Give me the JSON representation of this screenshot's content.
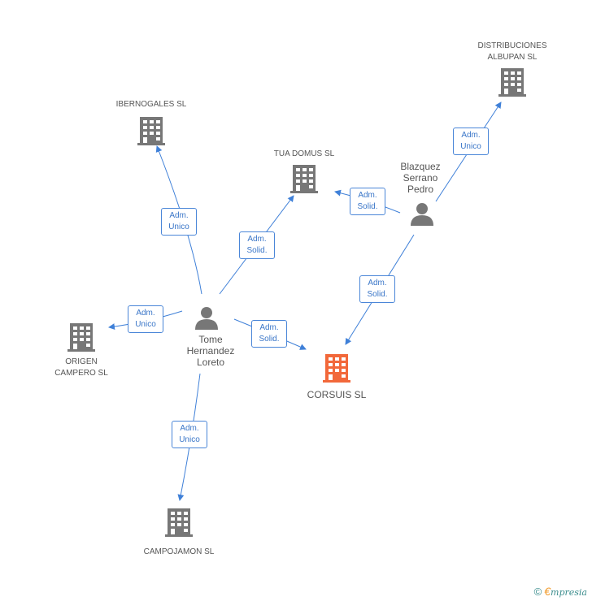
{
  "colors": {
    "building": "#777777",
    "main_building": "#f2683a",
    "person": "#777777",
    "edge": "#3f80d8"
  },
  "nodes": {
    "ibernogales": {
      "name": "IBERNOGALES SL",
      "icon": "building-icon"
    },
    "tua_domus": {
      "name": "TUA DOMUS SL",
      "icon": "building-icon"
    },
    "distribuciones": {
      "line1": "DISTRIBUCIONES",
      "line2": "ALBUPAN SL",
      "icon": "building-icon"
    },
    "blazquez": {
      "line1": "Blazquez",
      "line2": "Serrano",
      "line3": "Pedro",
      "icon": "person-icon"
    },
    "tome": {
      "line1": "Tome",
      "line2": "Hernandez",
      "line3": "Loreto",
      "icon": "person-icon"
    },
    "origen": {
      "line1": "ORIGEN",
      "line2": "CAMPERO SL",
      "icon": "building-icon"
    },
    "corsuis": {
      "name": "CORSUIS SL",
      "icon": "building-icon"
    },
    "campojamon": {
      "name": "CAMPOJAMON SL",
      "icon": "building-icon"
    }
  },
  "edges": {
    "tome_ibernogales": {
      "l1": "Adm.",
      "l2": "Unico"
    },
    "tome_tuadomus": {
      "l1": "Adm.",
      "l2": "Solid."
    },
    "tome_origen": {
      "l1": "Adm.",
      "l2": "Unico"
    },
    "tome_corsuis": {
      "l1": "Adm.",
      "l2": "Solid."
    },
    "tome_campojamon": {
      "l1": "Adm.",
      "l2": "Unico"
    },
    "blazquez_tuadomus": {
      "l1": "Adm.",
      "l2": "Solid."
    },
    "blazquez_distribuciones": {
      "l1": "Adm.",
      "l2": "Unico"
    },
    "blazquez_corsuis": {
      "l1": "Adm.",
      "l2": "Solid."
    }
  },
  "footer": {
    "copyright": "©",
    "brand_e": "€",
    "brand_rest": "mpresia"
  }
}
